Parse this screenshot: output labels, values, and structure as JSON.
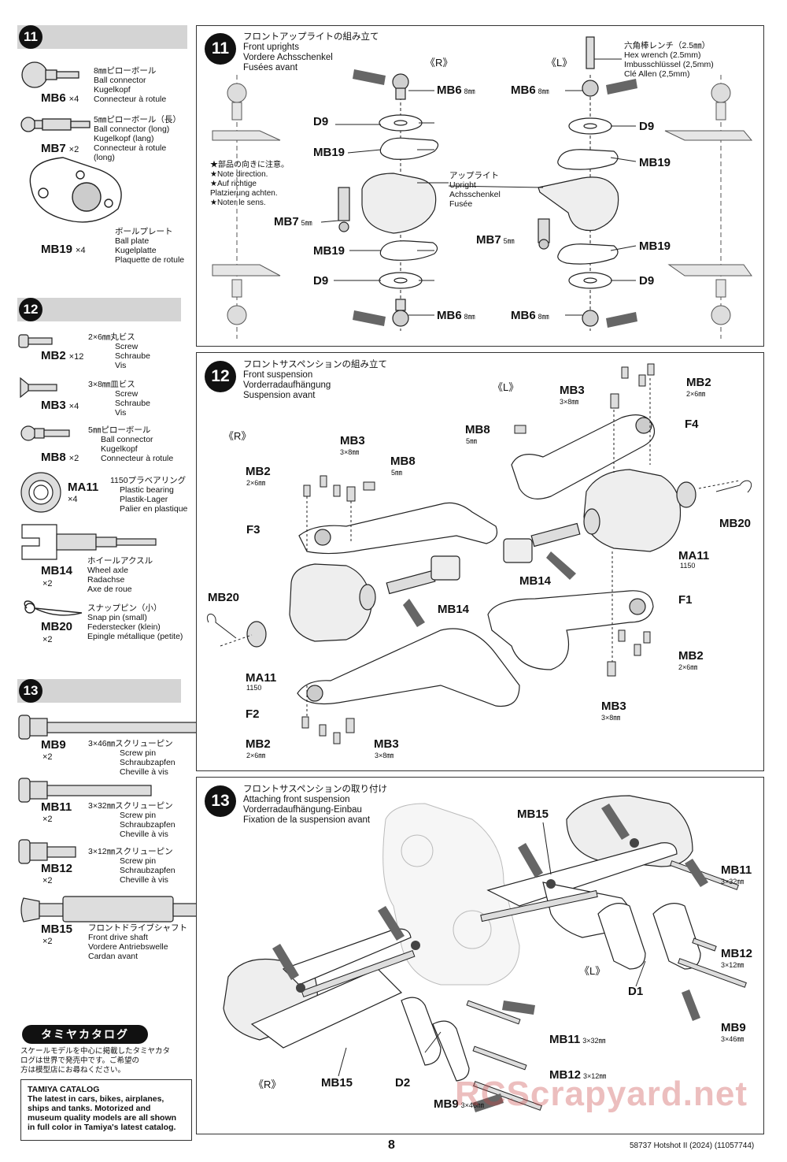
{
  "parts": {
    "s11": {
      "num": "11",
      "items": [
        {
          "code": "MB6",
          "qty": "×4",
          "lines": [
            "8㎜ピローボール",
            "Ball connector",
            "Kugelkopf",
            "Connecteur à rotule"
          ]
        },
        {
          "code": "MB7",
          "qty": "×2",
          "lines": [
            "5㎜ピローボール（長）",
            "Ball connector (long)",
            "Kugelkopf (lang)",
            "Connecteur à rotule",
            "(long)"
          ]
        },
        {
          "code": "MB19",
          "qty": "×4",
          "lines": [
            "ボールプレート",
            "Ball plate",
            "Kugelplatte",
            "Plaquette de rotule"
          ]
        }
      ]
    },
    "s12": {
      "num": "12",
      "items": [
        {
          "code": "MB2",
          "qty": "×12",
          "lines": [
            "2×6㎜丸ビス",
            "Screw",
            "Schraube",
            "Vis"
          ]
        },
        {
          "code": "MB3",
          "qty": "×4",
          "lines": [
            "3×8㎜皿ビス",
            "Screw",
            "Schraube",
            "Vis"
          ]
        },
        {
          "code": "MB8",
          "qty": "×2",
          "lines": [
            "5㎜ピローボール",
            "Ball connector",
            "Kugelkopf",
            "Connecteur à rotule"
          ]
        },
        {
          "code": "MA11",
          "qty": "×4",
          "lines": [
            "1150プラベアリング",
            "Plastic bearing",
            "Plastik-Lager",
            "Palier en plastique"
          ]
        },
        {
          "code": "MB14",
          "qty": "×2",
          "lines": [
            "ホイールアクスル",
            "Wheel axle",
            "Radachse",
            "Axe de roue"
          ]
        },
        {
          "code": "MB20",
          "qty": "×2",
          "lines": [
            "スナップピン（小）",
            "Snap pin (small)",
            "Federstecker (klein)",
            "Epingle métallique (petite)"
          ]
        }
      ]
    },
    "s13": {
      "num": "13",
      "items": [
        {
          "code": "MB9",
          "qty": "×2",
          "lines": [
            "3×46㎜スクリューピン",
            "Screw pin",
            "Schraubzapfen",
            "Cheville à vis"
          ]
        },
        {
          "code": "MB11",
          "qty": "×2",
          "lines": [
            "3×32㎜スクリューピン",
            "Screw pin",
            "Schraubzapfen",
            "Cheville à vis"
          ]
        },
        {
          "code": "MB12",
          "qty": "×2",
          "lines": [
            "3×12㎜スクリューピン",
            "Screw pin",
            "Schraubzapfen",
            "Cheville à vis"
          ]
        },
        {
          "code": "MB15",
          "qty": "×2",
          "lines": [
            "フロントドライブシャフト",
            "Front drive shaft",
            "Vordere Antriebswelle",
            "Cardan avant"
          ]
        }
      ]
    }
  },
  "catalog": {
    "pill": "タミヤカタログ",
    "jp": [
      "スケールモデルを中心に掲載したタミヤカタ",
      "ログは世界で発売中です。ご希望の",
      "方は模型店にお尋ねください。"
    ],
    "heading": "TAMIYA CATALOG",
    "body": [
      "The latest in cars, bikes, airplanes,",
      "ships and tanks. Motorized and",
      "museum quality models are all shown",
      "in full color in Tamiya's latest catalog."
    ]
  },
  "panel11": {
    "num": "11",
    "title": [
      "フロントアップライトの組み立て",
      "Front uprights",
      "Vordere Achsschenkel",
      "Fusées avant"
    ],
    "side_r": "《R》",
    "side_l": "《L》",
    "note": [
      "★部品の向きに注意。",
      "★Note direction.",
      "★Auf richtige",
      "Platzierung achten.",
      "★Noter le sens."
    ],
    "wrench": [
      "六角棒レンチ（2.5㎜）",
      "Hex wrench (2.5mm)",
      "Imbusschlüssel (2,5mm)",
      "Clé Allen (2,5mm)"
    ],
    "upright": [
      "アップライト",
      "Upright",
      "Achsschenkel",
      "Fusée"
    ],
    "labels": {
      "mb6": "MB6",
      "mm8": "8㎜",
      "d9": "D9",
      "mb19": "MB19",
      "mb7": "MB7",
      "mm5": "5㎜"
    }
  },
  "panel12": {
    "num": "12",
    "title": [
      "フロントサスペンションの組み立て",
      "Front suspension",
      "Vorderradaufhängung",
      "Suspension avant"
    ],
    "side_r": "《R》",
    "side_l": "《L》",
    "labels": {
      "mb2": "MB2",
      "s26": "2×6㎜",
      "mb3": "MB3",
      "s38": "3×8㎜",
      "mb8": "MB8",
      "s5": "5㎜",
      "f3": "F3",
      "f4": "F4",
      "f1": "F1",
      "f2": "F2",
      "mb20": "MB20",
      "ma11": "MA11",
      "s1150": "1150",
      "mb14": "MB14"
    }
  },
  "panel13": {
    "num": "13",
    "title": [
      "フロントサスペンションの取り付け",
      "Attaching front suspension",
      "Vorderradaufhängung-Einbau",
      "Fixation de la suspension avant"
    ],
    "side_r": "《R》",
    "side_l": "《L》",
    "labels": {
      "mb15": "MB15",
      "mb11": "MB11",
      "s332": "3×32㎜",
      "mb12": "MB12",
      "s312": "3×12㎜",
      "mb9": "MB9",
      "s346": "3×46㎜",
      "d1": "D1",
      "d2": "D2"
    }
  },
  "page": {
    "number": "8",
    "footer": "58737  Hotshot II (2024) (11057744)",
    "watermark": "RCScrapyard.net"
  }
}
